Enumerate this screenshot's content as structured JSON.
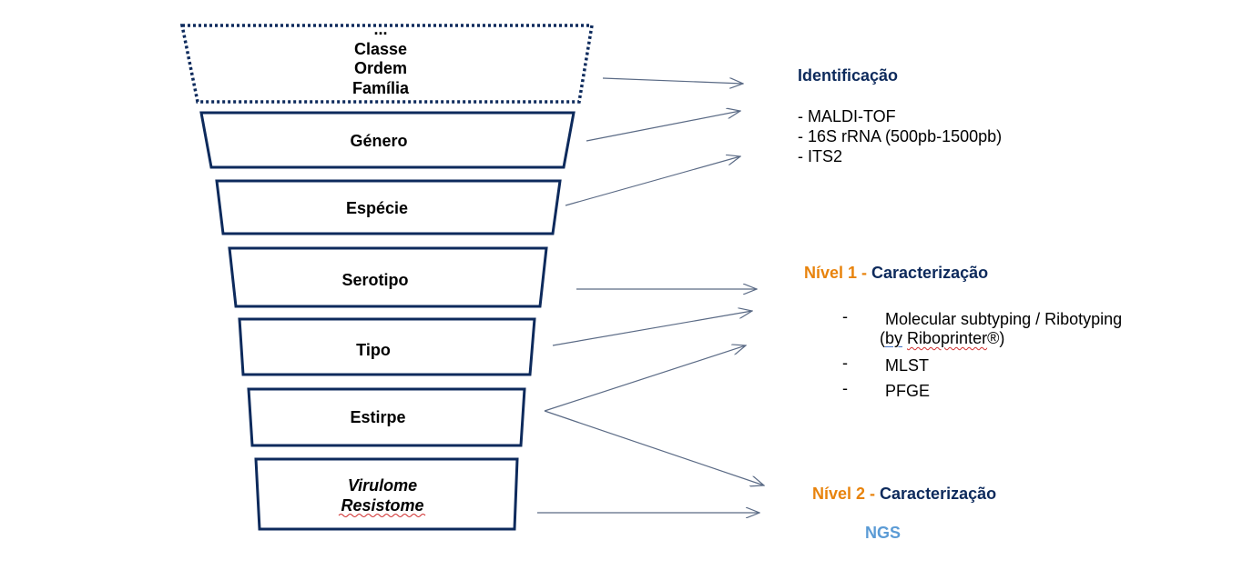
{
  "funnel": {
    "levels": [
      {
        "id": "top",
        "lines": [
          "...",
          "Classe",
          "Ordem",
          "Família"
        ],
        "dotted": true
      },
      {
        "id": "genero",
        "lines": [
          "Género"
        ]
      },
      {
        "id": "especie",
        "lines": [
          "Espécie"
        ]
      },
      {
        "id": "serotipo",
        "lines": [
          "Serotipo"
        ]
      },
      {
        "id": "tipo",
        "lines": [
          "Tipo"
        ]
      },
      {
        "id": "estirpe",
        "lines": [
          "Estirpe"
        ]
      },
      {
        "id": "virulome",
        "lines": [
          "Virulome",
          "Resistome"
        ],
        "italic": true
      }
    ],
    "border_color": "#0d2a5c",
    "arrow_color": "#5a6a85"
  },
  "identificacao": {
    "title": "Identificação",
    "items": [
      "- MALDI-TOF",
      "- 16S rRNA (500pb-1500pb)",
      "- ITS2"
    ]
  },
  "nivel1": {
    "title_prefix": "Nível 1 - ",
    "title_main": "Caracterização",
    "items": [
      {
        "dash": "-",
        "line1": "Molecular subtyping / Ribotyping",
        "line2_pre": "(",
        "line2_by": "by",
        "line2_sp": " ",
        "line2_word": "Riboprinter",
        "line2_post": "®)"
      },
      {
        "dash": "-",
        "line1": "MLST"
      },
      {
        "dash": "-",
        "line1": "PFGE"
      }
    ]
  },
  "nivel2": {
    "title_prefix": "Nível 2 - ",
    "title_main": "Caracterização",
    "sub": "NGS"
  },
  "colors": {
    "navy": "#0d2a5c",
    "orange": "#e8830c",
    "light_blue": "#5b9bd5"
  }
}
